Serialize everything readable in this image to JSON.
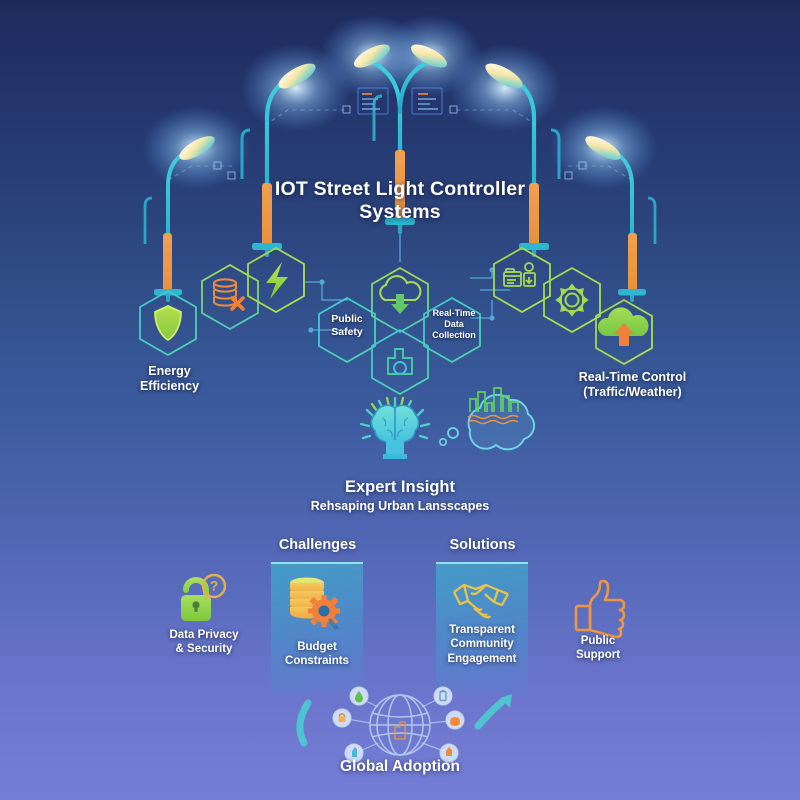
{
  "meta": {
    "kind": "infographic",
    "bg_top_color": "#1e2a5c",
    "bg_bottom_color": "#757ed6",
    "accent_green": "#8fd14f",
    "accent_teal": "#3fc5c8",
    "accent_orange": "#f3863c",
    "accent_cyan": "#43c6e8",
    "accent_yellow": "#e8c24a"
  },
  "header": {
    "title_line1": "IOT Street Light Controller",
    "title_line2": "Systems"
  },
  "hero": {
    "lamps_count": 6,
    "panel_glyph_count": 2
  },
  "hex_network": {
    "nodes": [
      {
        "id": "energy-efficiency",
        "icon": "shield-icon",
        "label": "",
        "outer_label_line1": "Energy",
        "outer_label_line2": "Efficiency"
      },
      {
        "id": "cost-savings",
        "icon": "coins-cross-icon",
        "label": "",
        "outer_label_line1": "",
        "outer_label_line2": ""
      },
      {
        "id": "power",
        "icon": "lightning-bolt-icon",
        "label": "",
        "outer_label_line1": "",
        "outer_label_line2": ""
      },
      {
        "id": "public-safety",
        "icon": "",
        "label": "Public Safety",
        "outer_label_line1": "",
        "outer_label_line2": ""
      },
      {
        "id": "cloud-download",
        "icon": "cloud-download-icon",
        "label": "",
        "outer_label_line1": "",
        "outer_label_line2": ""
      },
      {
        "id": "city-infrastructure",
        "icon": "city-building-icon",
        "label": "",
        "outer_label_line1": "",
        "outer_label_line2": ""
      },
      {
        "id": "data-collection",
        "icon": "",
        "label": "Real-Time Data Collection",
        "outer_label_line1": "",
        "outer_label_line2": ""
      },
      {
        "id": "control-panel",
        "icon": "server-control-icon",
        "label": "",
        "outer_label_line1": "",
        "outer_label_line2": ""
      },
      {
        "id": "settings",
        "icon": "gear-icon",
        "label": "",
        "outer_label_line1": "",
        "outer_label_line2": ""
      },
      {
        "id": "cloud-upload",
        "icon": "cloud-upload-icon",
        "label": "",
        "outer_label_line1": "Real-Time Control",
        "outer_label_line2": "(Traffic/Weather)"
      }
    ],
    "labels": {
      "public_safety_l1": "Public",
      "public_safety_l2": "Safety",
      "data_collection_l1": "Real-Time",
      "data_collection_l2": "Data",
      "data_collection_l3": "Collection",
      "energy_l1": "Energy",
      "energy_l2": "Efficiency",
      "control_l1": "Real-Time Control",
      "control_l2": "(Traffic/Weather)"
    }
  },
  "expert": {
    "icon": "brain-idea-icon",
    "thought_icon": "city-skyline-thought-icon",
    "title": "Expert Insight",
    "subtitle": "Rehsaping Urban Lansscapes"
  },
  "compare": {
    "challenges_heading": "Challenges",
    "solutions_heading": "Solutions",
    "challenges_item": {
      "icon": "coins-gear-icon",
      "label_l1": "Budget",
      "label_l2": "Constraints"
    },
    "solutions_item": {
      "icon": "handshake-icon",
      "label_l1": "Transparent",
      "label_l2": "Community",
      "label_l3": "Engagement"
    },
    "left_item": {
      "icon": "padlock-question-icon",
      "label_l1": "Data Privacy",
      "label_l2": "& Security"
    },
    "right_item": {
      "icon": "thumbs-up-icon",
      "label_l1": "Public",
      "label_l2": "Support"
    }
  },
  "footer": {
    "icon": "globe-network-icon",
    "label": "Global Adoption",
    "node_icons": [
      "padlock-icon",
      "drop-icon",
      "battery-icon",
      "shopping-bag-icon",
      "thumbs-up-icon",
      "flame-icon"
    ]
  }
}
